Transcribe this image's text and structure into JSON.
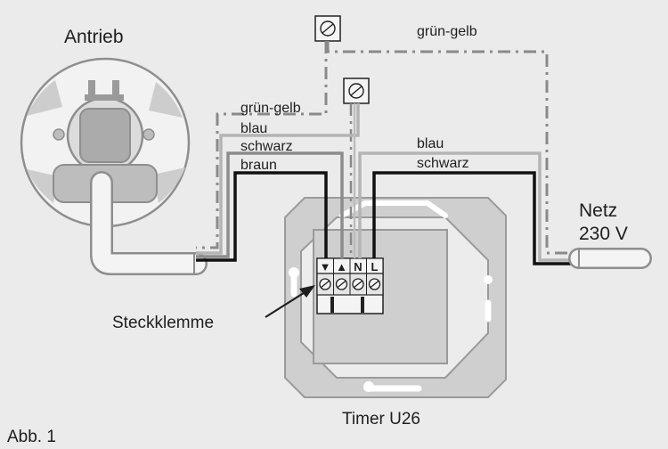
{
  "title": "Antrieb",
  "labels": {
    "ground_top": "grün-gelb",
    "ground_left": "grün-gelb",
    "blue_left": "blau",
    "black_left": "schwarz",
    "brown_left": "braun",
    "blue_right": "blau",
    "black_right": "schwarz",
    "mains_1": "Netz",
    "mains_2": "230 V",
    "terminal_callout": "Steckklemme",
    "device": "Timer U26",
    "figure": "Abb. 1"
  },
  "terminals": [
    "▼",
    "▲",
    "N",
    "L"
  ],
  "colors": {
    "background": "#ebebeb",
    "part_fill": "#cfcfcf",
    "part_stroke": "#9a9a9a",
    "wire_black": "#111111",
    "wire_grey": "#8c8c8c",
    "wire_blue": "#b4b4b4",
    "wire_ground": "#8a8a8a"
  }
}
